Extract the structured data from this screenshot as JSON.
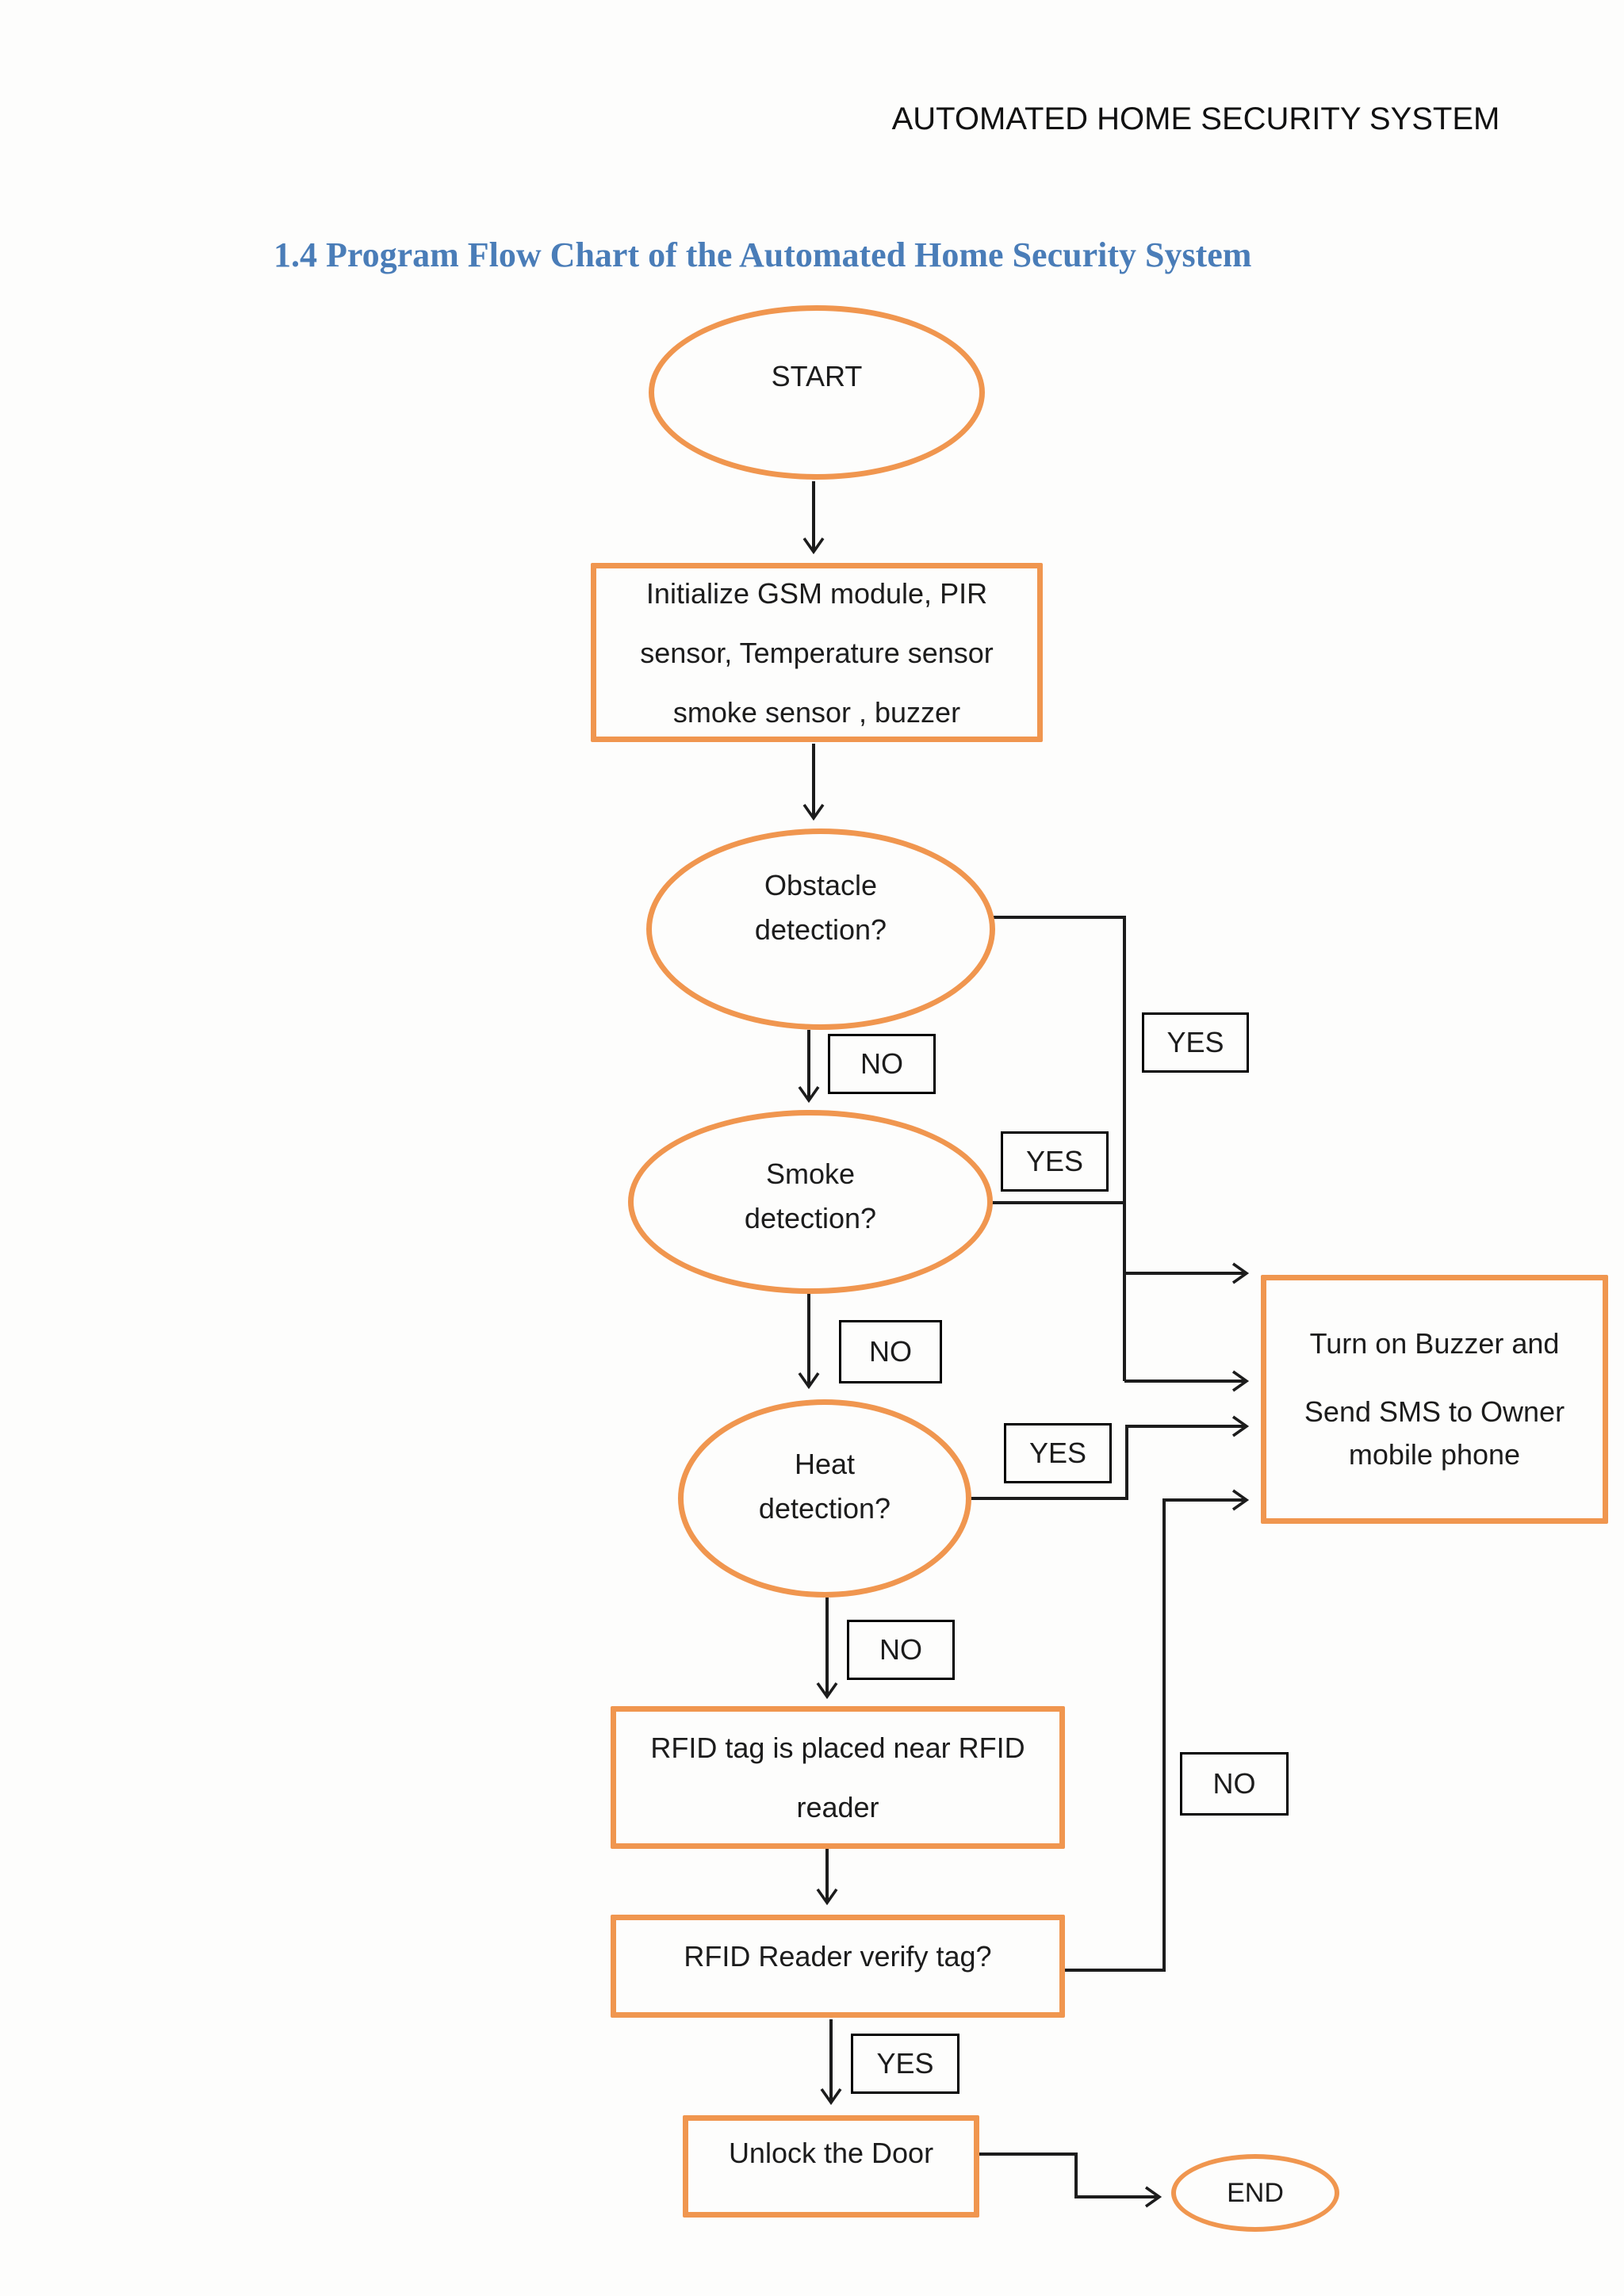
{
  "header": {
    "text": "AUTOMATED HOME SECURITY SYSTEM"
  },
  "title": {
    "text": "1.4 Program Flow Chart of the Automated Home Security System",
    "color": "#4a7db8"
  },
  "colors": {
    "node_border_orange": "#f0964f",
    "connector_black": "#1c1c1c",
    "label_box_border": "#000000",
    "title_blue": "#4a7db8",
    "background": "#fdfdfc"
  },
  "nodes": {
    "start": {
      "shape": "ellipse",
      "label": "START"
    },
    "init": {
      "shape": "rect",
      "lines": [
        "Initialize GSM module, PIR",
        "sensor, Temperature sensor",
        "smoke sensor , buzzer"
      ]
    },
    "obstacle": {
      "shape": "ellipse",
      "lines": [
        "Obstacle",
        "detection?"
      ]
    },
    "smoke": {
      "shape": "ellipse",
      "lines": [
        "Smoke",
        "detection?"
      ]
    },
    "heat": {
      "shape": "ellipse",
      "lines": [
        "Heat",
        "detection?"
      ]
    },
    "buzzer": {
      "shape": "rect",
      "lines": [
        "Turn on Buzzer and",
        "Send SMS to Owner",
        "mobile phone"
      ]
    },
    "rfid_tag": {
      "shape": "rect",
      "lines": [
        "RFID tag is placed near RFID",
        "reader"
      ]
    },
    "rfid_verify": {
      "shape": "rect",
      "label": "RFID Reader verify tag?"
    },
    "unlock": {
      "shape": "rect",
      "label": "Unlock the Door"
    },
    "end": {
      "shape": "ellipse",
      "label": "END"
    }
  },
  "edge_labels": {
    "obstacle_yes": "YES",
    "obstacle_no": "NO",
    "smoke_yes": "YES",
    "smoke_no": "NO",
    "heat_yes": "YES",
    "heat_no": "NO",
    "verify_no": "NO",
    "verify_yes": "YES"
  },
  "flowchart": {
    "edges": [
      {
        "from": "start",
        "to": "init"
      },
      {
        "from": "init",
        "to": "obstacle"
      },
      {
        "from": "obstacle",
        "to": "buzzer",
        "label": "YES"
      },
      {
        "from": "obstacle",
        "to": "smoke",
        "label": "NO"
      },
      {
        "from": "smoke",
        "to": "buzzer",
        "label": "YES"
      },
      {
        "from": "smoke",
        "to": "heat",
        "label": "NO"
      },
      {
        "from": "heat",
        "to": "buzzer",
        "label": "YES"
      },
      {
        "from": "heat",
        "to": "rfid_tag",
        "label": "NO"
      },
      {
        "from": "rfid_tag",
        "to": "rfid_verify"
      },
      {
        "from": "rfid_verify",
        "to": "buzzer",
        "label": "NO"
      },
      {
        "from": "rfid_verify",
        "to": "unlock",
        "label": "YES"
      },
      {
        "from": "unlock",
        "to": "end"
      }
    ]
  }
}
